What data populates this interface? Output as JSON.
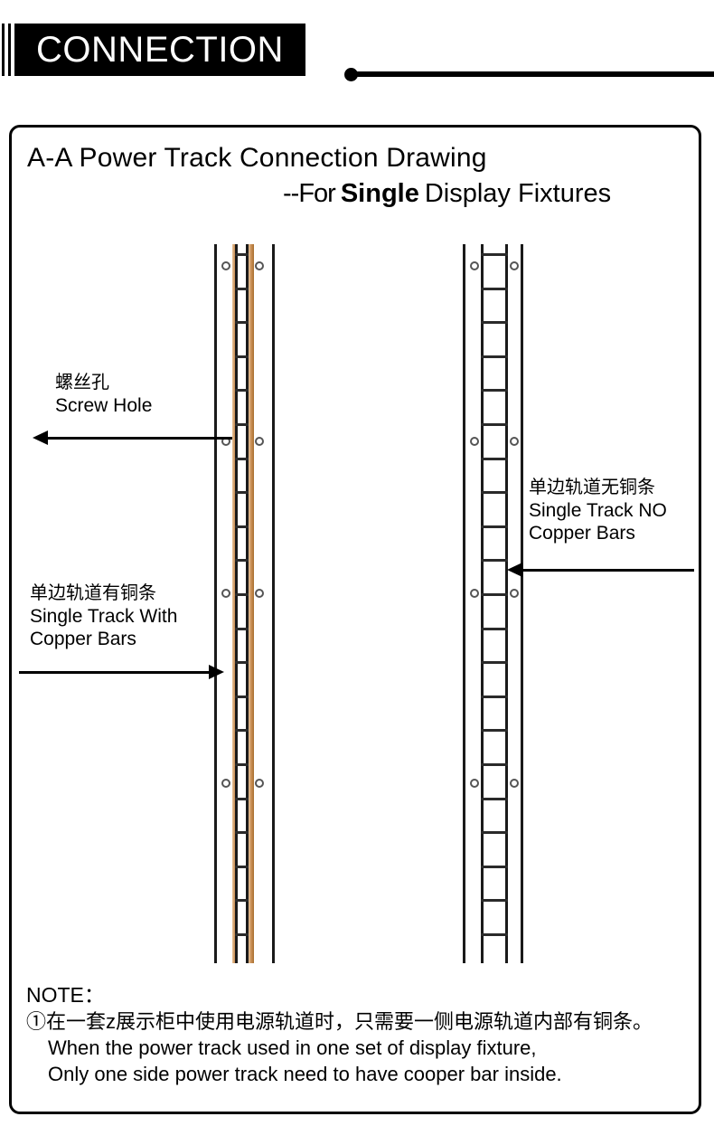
{
  "header": {
    "title": "CONNECTION",
    "accent_color": "#000000"
  },
  "drawing": {
    "title": "A-A Power Track Connection Drawing",
    "subtitle_prefix": "--For",
    "subtitle_emphasis": "Single",
    "subtitle_suffix": "Display Fixtures",
    "copper_color": "#c98e55",
    "line_color": "#1a1a1a"
  },
  "annotations": {
    "screw_hole": {
      "cn": "螺丝孔",
      "en": "Screw Hole"
    },
    "with_copper": {
      "cn": "单边轨道有铜条",
      "en_line1": "Single Track With",
      "en_line2": "Copper Bars"
    },
    "no_copper": {
      "cn": "单边轨道无铜条",
      "en_line1": "Single Track NO",
      "en_line2": "Copper Bars"
    }
  },
  "note": {
    "heading": "NOTE：",
    "line_cn": "①在一套z展示柜中使用电源轨道时，只需要一侧电源轨道内部有铜条。",
    "line_en1": "When the power track used in one set of display fixture,",
    "line_en2": "Only one side power track need to have cooper bar inside."
  }
}
